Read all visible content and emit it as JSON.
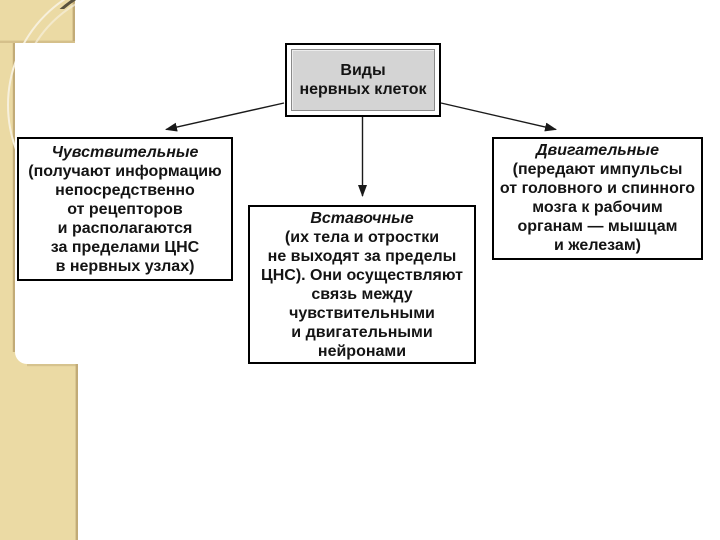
{
  "slide": {
    "description": "Schematic diagram of types of nerve cells (presentation slide)"
  },
  "colors": {
    "sidebar-beige": "#ebdaa4",
    "sidebar-edge": "#c2ab77",
    "arc-line": "#f7f0dc",
    "sliver-dark": "#59523f",
    "header-fill": "#d4d4d4",
    "node-border": "#000000",
    "arrow": "#1a1a1a"
  },
  "diagram": {
    "root": {
      "title": "Виды\nнервных клеток"
    },
    "sensory": {
      "title": "Чувствительные",
      "body": "(получают информацию\nнепосредственно\nот рецепторов\nи располагаются\nза пределами ЦНС\nв нервных узлах)"
    },
    "inter": {
      "title": "Вставочные",
      "body": "(их тела и отростки\nне выходят за пределы\nЦНС). Они осуществляют\nсвязь между\nчувствительными\nи двигательными\nнейронами"
    },
    "motor": {
      "title": "Двигательные",
      "body": "(передают импульсы\nот головного и спинного\nмозга к рабочим\nорганам — мышцам\nи железам)"
    },
    "edges": [
      {
        "from": "root",
        "to": "sensory"
      },
      {
        "from": "root",
        "to": "inter"
      },
      {
        "from": "root",
        "to": "motor"
      }
    ]
  }
}
